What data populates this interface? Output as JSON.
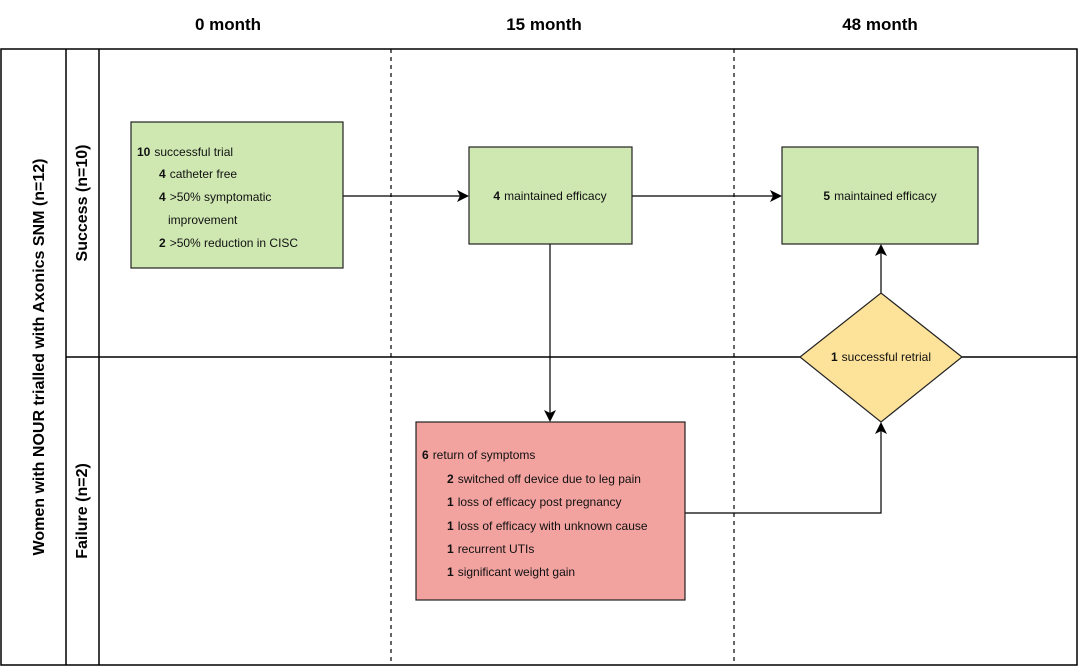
{
  "columns": [
    "0 month",
    "15 month",
    "48 month"
  ],
  "group_label": "Women with NOUR trialled with Axonics SNM (n=12)",
  "lanes": [
    "Success (n=10)",
    "Failure (n=2)"
  ],
  "colors": {
    "green_fill": "#cfe8b2",
    "green_stroke": "#222222",
    "red_fill": "#f2a3a0",
    "yellow_fill": "#fde29a"
  },
  "boxes": {
    "trial": {
      "lines": [
        {
          "num": "10",
          "text": "successful trial"
        },
        {
          "num": "4",
          "text": "catheter free"
        },
        {
          "num": "4",
          "text": ">50% symptomatic"
        },
        {
          "num": "",
          "text": "improvement"
        },
        {
          "num": "2",
          "text": ">50% reduction in CISC"
        }
      ]
    },
    "m15": {
      "num": "4",
      "text": "maintained efficacy"
    },
    "m48": {
      "num": "5",
      "text": "maintained efficacy"
    },
    "retrial": {
      "num": "1",
      "text": "successful retrial"
    },
    "failure": {
      "lines": [
        {
          "num": "6",
          "text": "return of symptoms"
        },
        {
          "num": "2",
          "text": "switched off device due to leg pain"
        },
        {
          "num": "1",
          "text": "loss of efficacy post pregnancy"
        },
        {
          "num": "1",
          "text": "loss of efficacy with unknown cause"
        },
        {
          "num": "1",
          "text": "recurrent UTIs"
        },
        {
          "num": "1",
          "text": "significant weight gain"
        }
      ]
    }
  }
}
